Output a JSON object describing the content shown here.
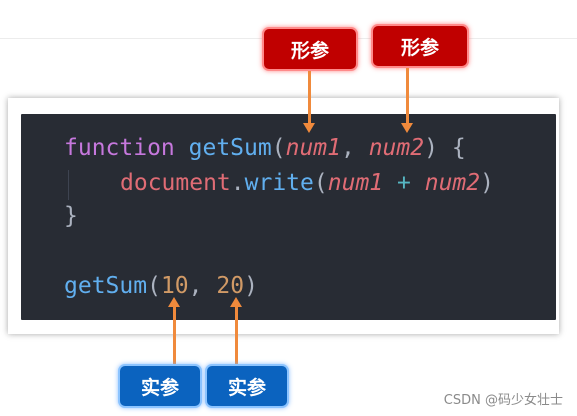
{
  "code": {
    "line1": {
      "keyword": "function",
      "fn_name": "getSum",
      "open": "(",
      "param1": "num1",
      "comma": ",",
      "param2": "num2",
      "close": ")",
      "brace": "{"
    },
    "line2": {
      "object": "document",
      "dot": ".",
      "method": "write",
      "open": "(",
      "arg1": "num1",
      "plus": "+",
      "arg2": "num2",
      "close": ")"
    },
    "line3": {
      "brace": "}"
    },
    "line4": {
      "fn_name": "getSum",
      "open": "(",
      "arg1": "10",
      "comma": ",",
      "arg2": "20",
      "close": ")"
    }
  },
  "labels": {
    "formal_param_1": "形参",
    "formal_param_2": "形参",
    "actual_param_1": "实参",
    "actual_param_2": "实参"
  },
  "watermark": "CSDN @码少女壮士",
  "colors": {
    "code_background": "#282c34",
    "keyword": "#c678dd",
    "function": "#61afef",
    "parameter": "#e06c75",
    "number": "#d19a66",
    "formal_tag": "#c00000",
    "actual_tag": "#0b63bf",
    "arrow": "#f08a3c"
  }
}
